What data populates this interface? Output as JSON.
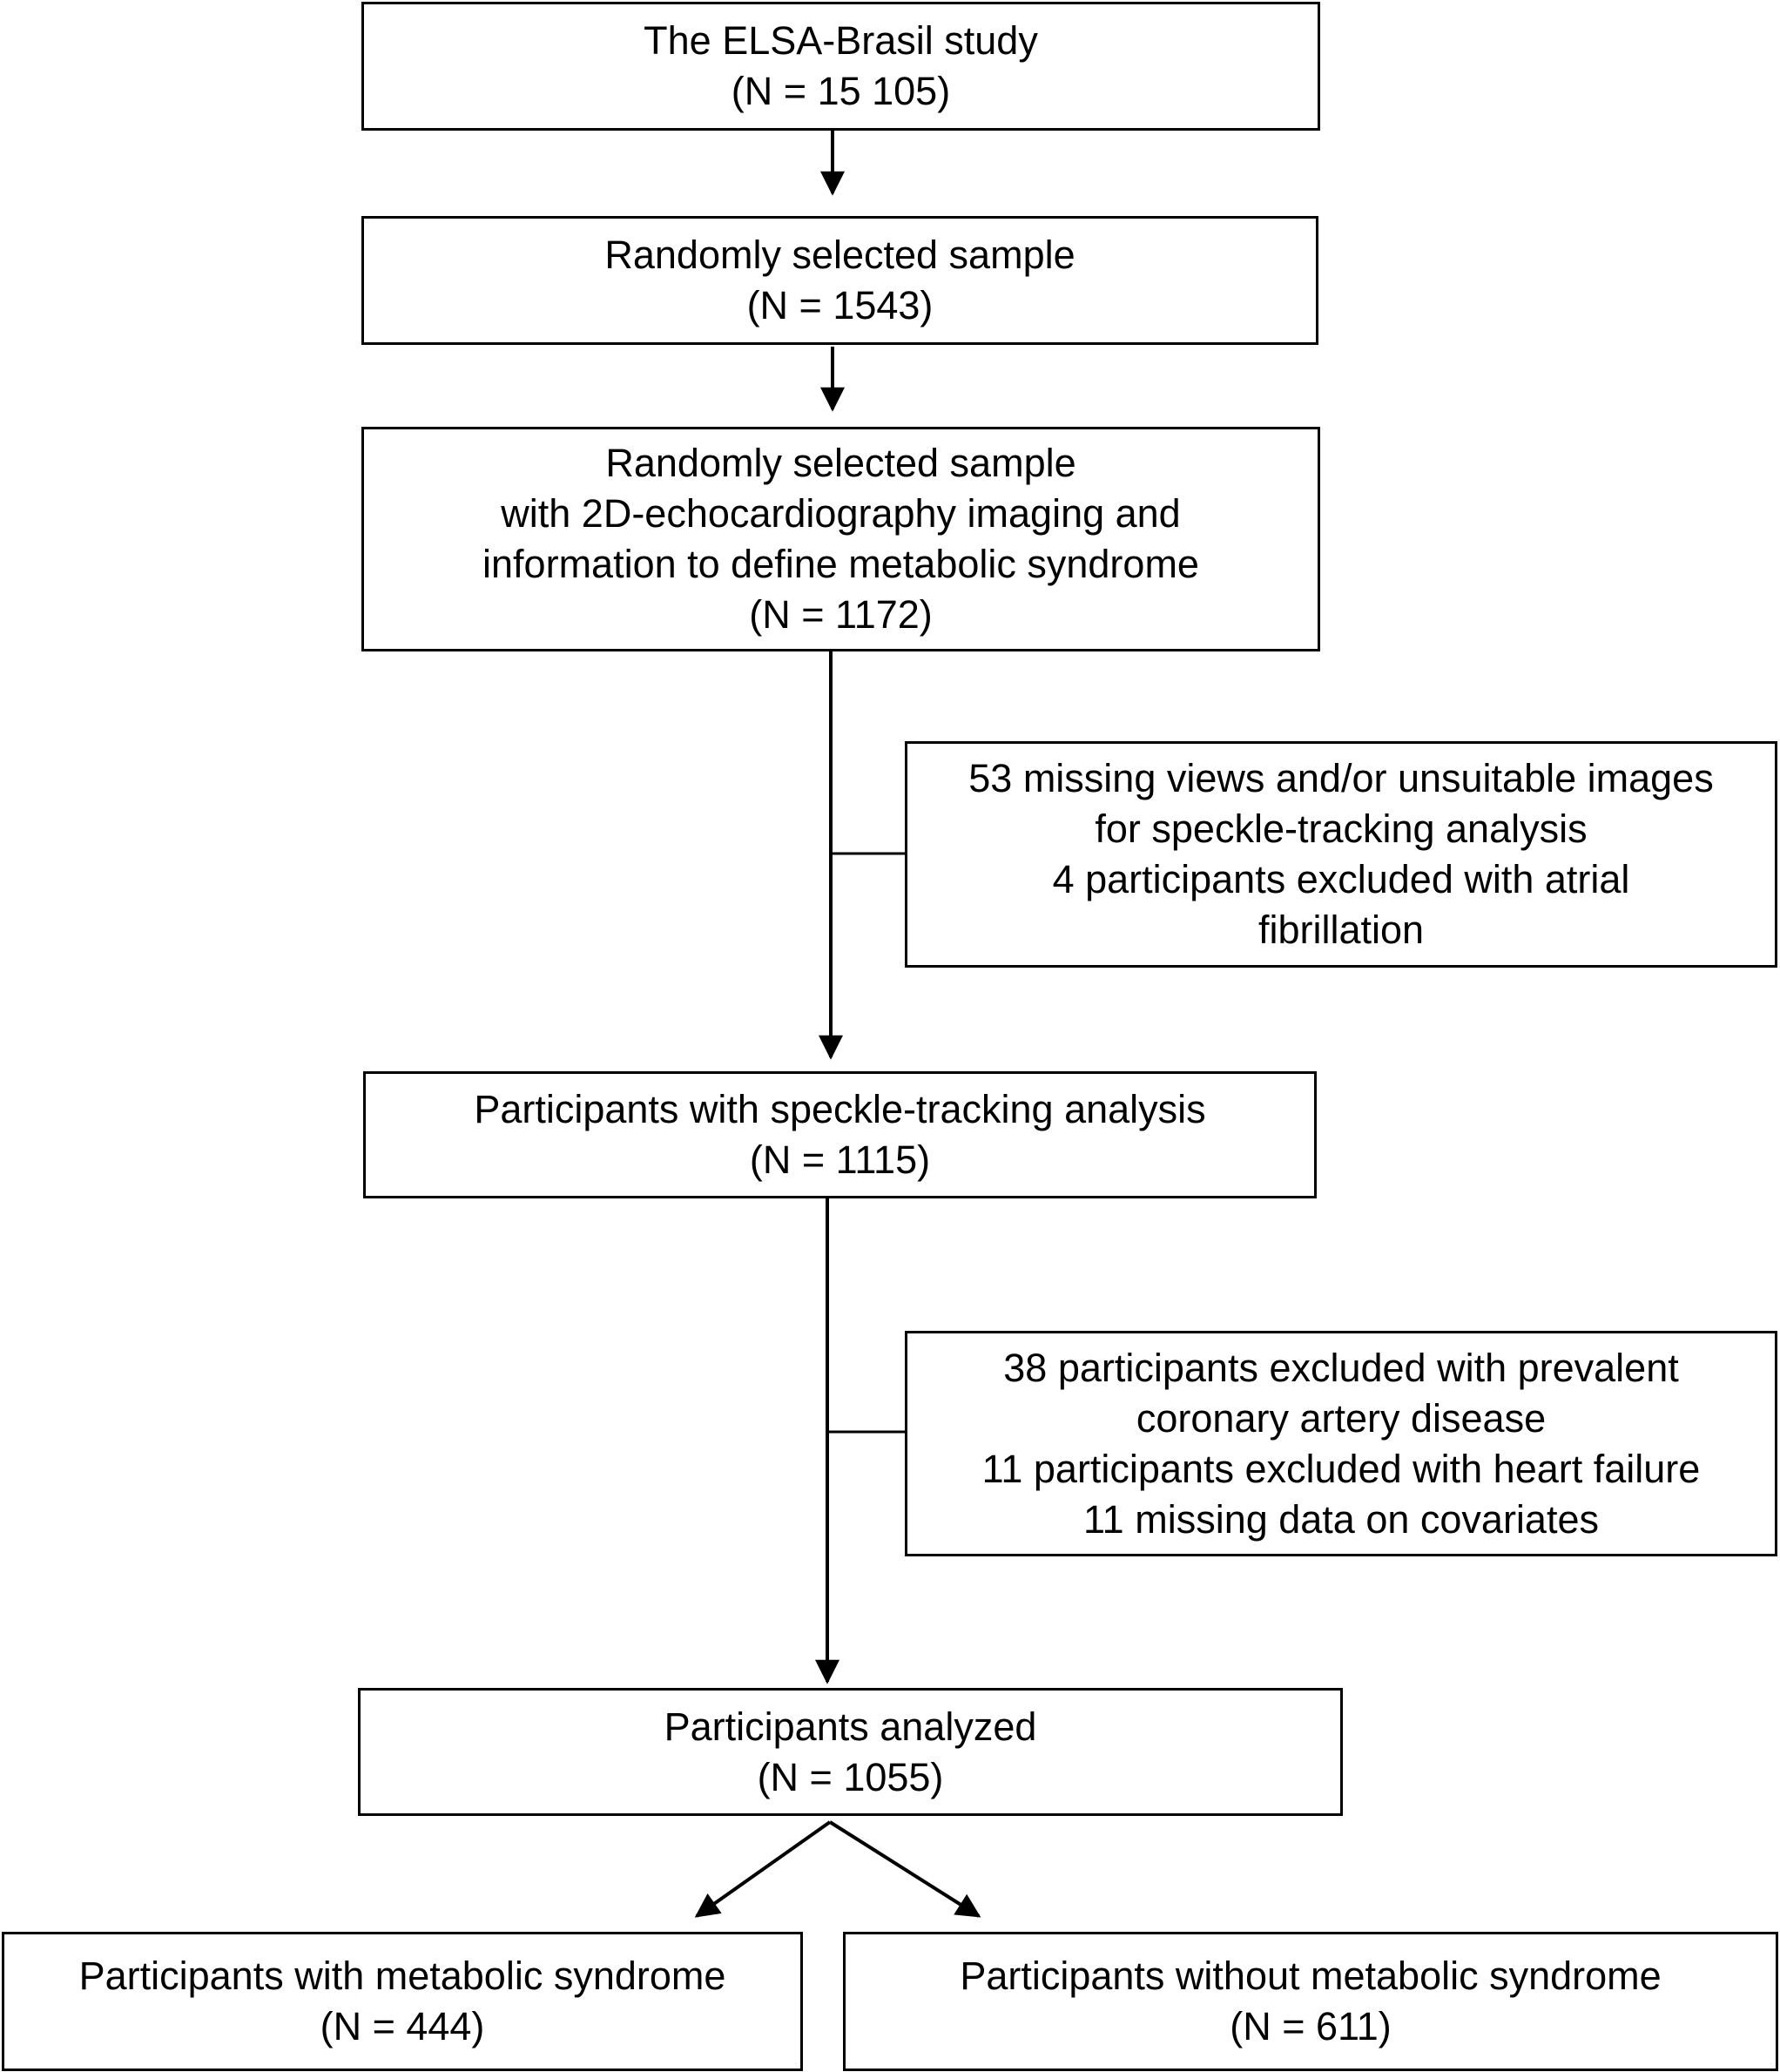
{
  "boxes": {
    "elsa": {
      "lines": [
        "The ELSA-Brasil study",
        "(N = 15 105)"
      ]
    },
    "random_sample": {
      "lines": [
        "Randomly selected sample",
        "(N = 1543)"
      ]
    },
    "echo_sample": {
      "lines": [
        "Randomly selected sample",
        "with 2D-echocardiography imaging and",
        "information to define metabolic syndrome",
        "(N = 1172)"
      ]
    },
    "exclusion_1": {
      "lines": [
        "53 missing views and/or unsuitable images",
        "for speckle-tracking analysis",
        "4 participants excluded with atrial",
        "fibrillation"
      ]
    },
    "speckle": {
      "lines": [
        "Participants with speckle-tracking analysis",
        "(N = 1115)"
      ]
    },
    "exclusion_2": {
      "lines": [
        "38 participants excluded with prevalent",
        "coronary artery disease",
        "11 participants excluded with heart failure",
        "11 missing data on covariates"
      ]
    },
    "analyzed": {
      "lines": [
        "Participants analyzed",
        "(N = 1055)"
      ]
    },
    "with_mets": {
      "lines": [
        "Participants with metabolic syndrome",
        "(N = 444)"
      ]
    },
    "without_mets": {
      "lines": [
        "Participants without metabolic syndrome",
        "(N = 611)"
      ]
    }
  },
  "colors": {
    "line": "#000000",
    "box_fill": "#ffffff",
    "text": "#000000"
  }
}
